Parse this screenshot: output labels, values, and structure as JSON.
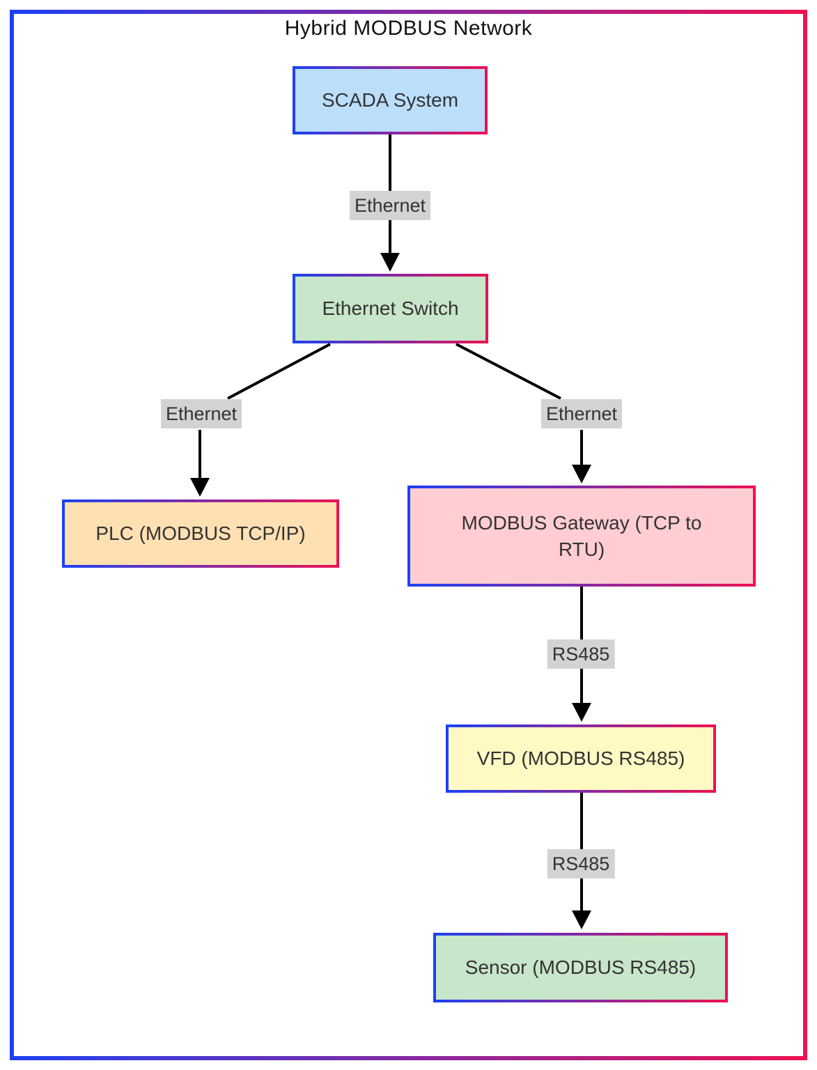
{
  "diagram": {
    "title": "Hybrid MODBUS Network",
    "colors": {
      "border_gradient_start": "#1d41f2",
      "border_gradient_end": "#ed1153",
      "edge_label_background": "#d3d3d3",
      "line_color": "#000000",
      "node_text_color": "#333333",
      "title_color": "#111111"
    },
    "nodes": [
      {
        "id": "scada",
        "label": "SCADA System",
        "fill": "#bbdefb"
      },
      {
        "id": "switch",
        "label": "Ethernet Switch",
        "fill": "#c8e6c9"
      },
      {
        "id": "plc",
        "label": "PLC (MODBUS TCP/IP)",
        "fill": "#ffe0b2"
      },
      {
        "id": "gateway",
        "label": "MODBUS Gateway (TCP to RTU)",
        "fill": "#ffcdd2"
      },
      {
        "id": "vfd",
        "label": "VFD (MODBUS RS485)",
        "fill": "#fff9c4"
      },
      {
        "id": "sensor",
        "label": "Sensor (MODBUS RS485)",
        "fill": "#c8e6c9"
      }
    ],
    "edges": [
      {
        "from": "scada",
        "to": "switch",
        "label": "Ethernet"
      },
      {
        "from": "switch",
        "to": "plc",
        "label": "Ethernet"
      },
      {
        "from": "switch",
        "to": "gateway",
        "label": "Ethernet"
      },
      {
        "from": "gateway",
        "to": "vfd",
        "label": "RS485"
      },
      {
        "from": "vfd",
        "to": "sensor",
        "label": "RS485"
      }
    ]
  }
}
